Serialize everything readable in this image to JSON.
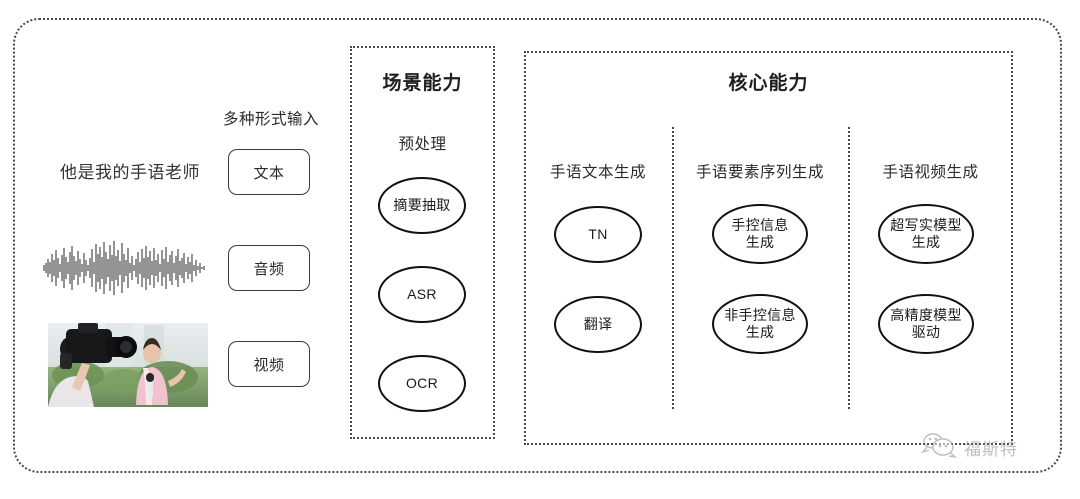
{
  "diagram": {
    "input_column": {
      "heading": "多种形式输入",
      "sample_sentence": "他是我的手语老师",
      "modalities": [
        {
          "label": "文本",
          "icon": "text-icon"
        },
        {
          "label": "音频",
          "icon": "waveform-icon"
        },
        {
          "label": "视频",
          "icon": "video-thumbnail-icon"
        }
      ]
    },
    "scene_panel": {
      "title": "场景能力",
      "column_title": "预处理",
      "nodes": [
        "摘要抽取",
        "ASR",
        "OCR"
      ]
    },
    "core_panel": {
      "title": "核心能力",
      "columns": [
        {
          "title": "手语文本生成",
          "nodes": [
            "TN",
            "翻译"
          ]
        },
        {
          "title": "手语要素序列生成",
          "nodes": [
            "手控信息\n生成",
            "非手控信息\n生成"
          ]
        },
        {
          "title": "手语视频生成",
          "nodes": [
            "超写实模型\n生成",
            "高精度模型\n驱动"
          ]
        }
      ]
    },
    "watermark": {
      "text": "福斯特",
      "icon": "wechat-bubbles-icon"
    },
    "colors": {
      "frame": "#4a4a4a",
      "node_stroke": "#111111",
      "text": "#2b2b2b",
      "watermark": "#8a8a8a",
      "background": "#ffffff"
    }
  }
}
